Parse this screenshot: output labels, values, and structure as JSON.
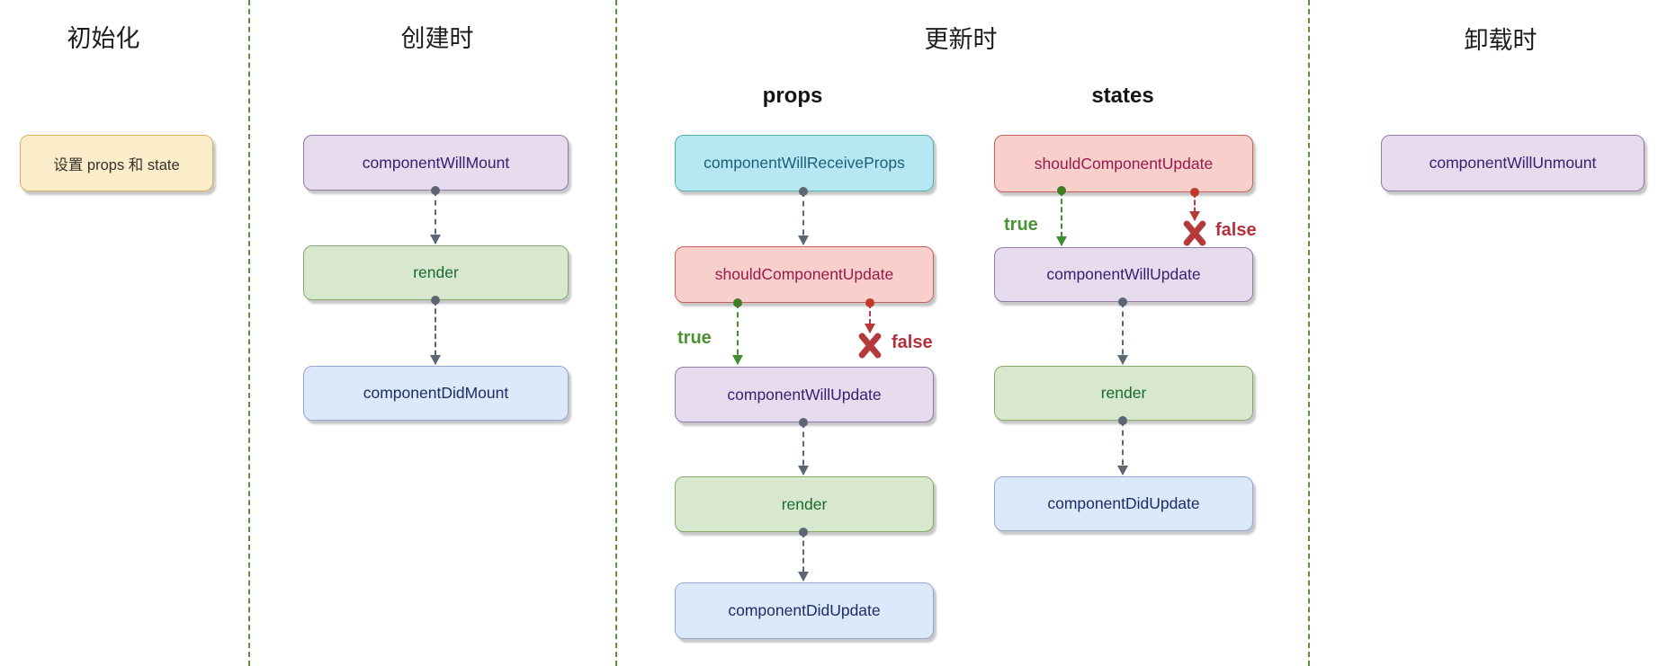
{
  "sections": [
    {
      "title": "初始化"
    },
    {
      "title": "创建时"
    },
    {
      "title": "更新时"
    },
    {
      "title": "卸载时"
    }
  ],
  "update_section": {
    "columns": [
      {
        "label": "props"
      },
      {
        "label": "states"
      }
    ]
  },
  "nodes": [
    {
      "label": "设置 props 和 state"
    },
    {
      "label": "componentWillMount"
    },
    {
      "label": "render"
    },
    {
      "label": "componentDidMount"
    },
    {
      "label": "componentWillReceiveProps"
    },
    {
      "label": "shouldComponentUpdate"
    },
    {
      "label": "componentWillUpdate"
    },
    {
      "label": "render"
    },
    {
      "label": "componentDidUpdate"
    },
    {
      "label": "shouldComponentUpdate"
    },
    {
      "label": "componentWillUpdate"
    },
    {
      "label": "render"
    },
    {
      "label": "componentDidUpdate"
    },
    {
      "label": "componentWillUnmount"
    }
  ],
  "branch_labels": {
    "true": "true",
    "false": "false"
  },
  "colors": {
    "background": "#ffffff",
    "divider_green": "#5f8e3c",
    "connector_gray": "#5d6673",
    "true_green": "#4b9234",
    "false_red": "#b5313c",
    "x_mark_red": "#b5383b",
    "yellow_fill": "#fcedca",
    "yellow_border": "#dcb05c",
    "purple_fill": "#e6dcee",
    "purple_border": "#9478a8",
    "purple_text": "#3a1d6e",
    "green_fill": "#d7e8cf",
    "green_border": "#84ab68",
    "green_text": "#1a6a2e",
    "blue_fill": "#dce9fb",
    "blue_border": "#93a7cf",
    "blue_text": "#1c2d66",
    "cyan_fill": "#b7e7f3",
    "cyan_border": "#4db3ab",
    "cyan_text": "#1d5e77",
    "red_fill": "#f8cfcb",
    "red_border": "#c4625c",
    "red_text": "#991a4e"
  }
}
